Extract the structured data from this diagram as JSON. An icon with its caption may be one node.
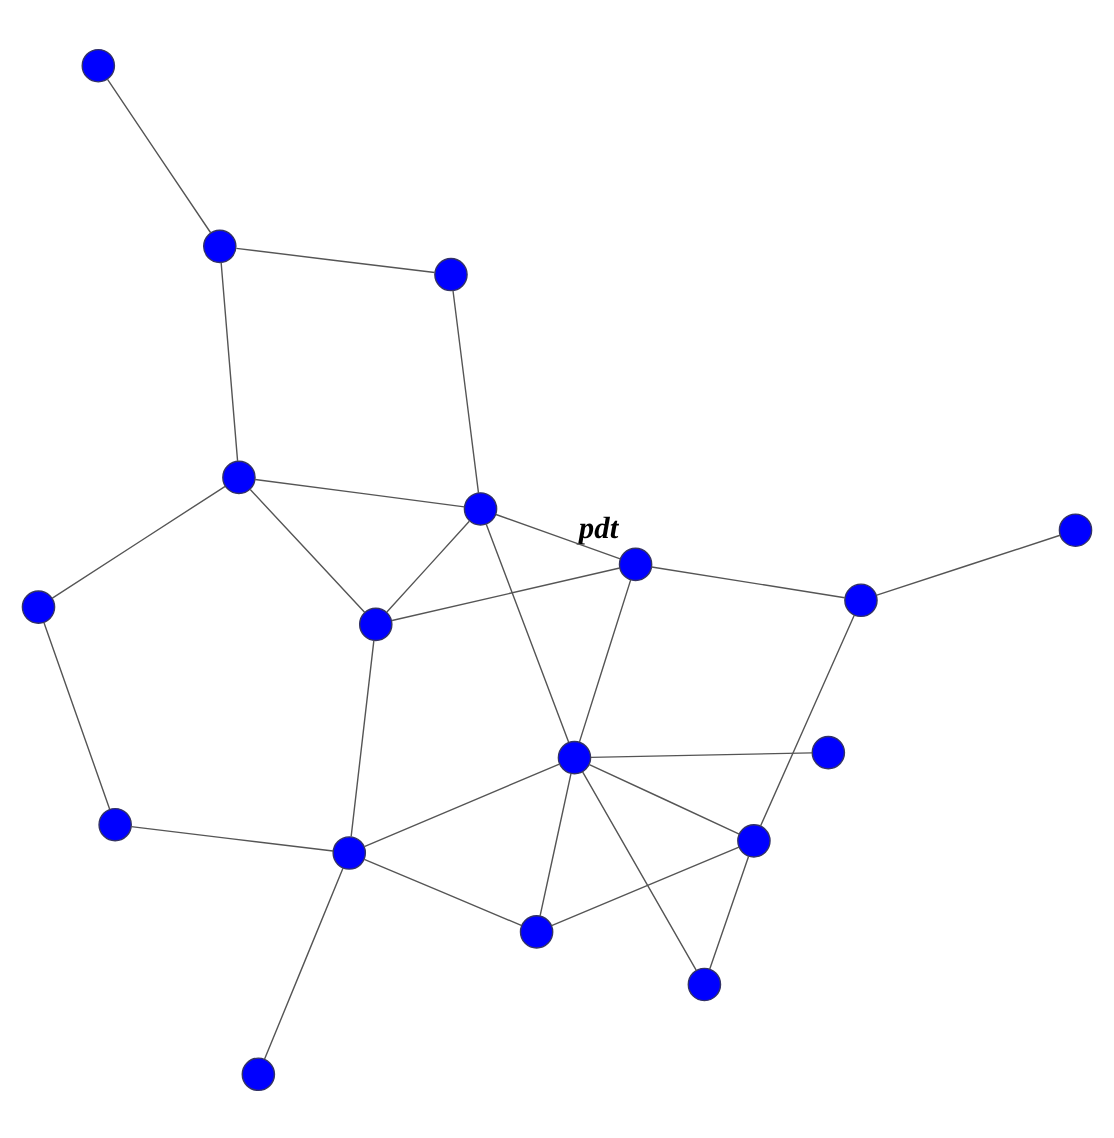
{
  "diagram": {
    "nodes": [
      {
        "text": [],
        "shape": "circle"
      },
      {
        "text": [],
        "shape": "circle"
      },
      {
        "text": [],
        "shape": "circle"
      },
      {
        "text": [],
        "shape": "circle"
      },
      {
        "text": [],
        "shape": "circle"
      },
      {
        "text": [],
        "shape": "circle"
      },
      {
        "text": [],
        "shape": "circle"
      },
      {
        "text": [],
        "shape": "circle"
      },
      {
        "text": [],
        "shape": "circle"
      },
      {
        "text": [],
        "shape": "circle"
      },
      {
        "text": [],
        "shape": "circle",
        "beside": [
          "pdt"
        ]
      },
      {
        "text": [],
        "shape": "circle"
      },
      {
        "text": [],
        "shape": "circle"
      },
      {
        "text": [],
        "shape": "circle"
      },
      {
        "text": [],
        "shape": "circle"
      },
      {
        "text": [],
        "shape": "circle"
      },
      {
        "text": [],
        "shape": "circle"
      },
      {
        "text": [],
        "shape": "circle"
      }
    ],
    "edges": [
      {
        "from": 0,
        "to": 2,
        "arrow": "none"
      },
      {
        "from": 0,
        "to": 1,
        "arrow": "none"
      },
      {
        "from": 0,
        "to": 6,
        "arrow": "none"
      },
      {
        "from": 0,
        "to": 5,
        "arrow": "none"
      },
      {
        "from": 4,
        "to": 5,
        "arrow": "none"
      },
      {
        "from": 5,
        "to": 10,
        "arrow": "none"
      },
      {
        "from": 1,
        "to": 6,
        "arrow": "none"
      },
      {
        "from": 2,
        "to": 6,
        "arrow": "none"
      },
      {
        "from": 2,
        "to": 9,
        "arrow": "none"
      },
      {
        "from": 3,
        "to": 6,
        "arrow": "none"
      },
      {
        "from": 7,
        "to": 9,
        "arrow": "none"
      },
      {
        "from": 6,
        "to": 9,
        "arrow": "none"
      },
      {
        "from": 6,
        "to": 10,
        "arrow": "none"
      },
      {
        "from": 8,
        "to": 6,
        "arrow": "none"
      },
      {
        "from": 8,
        "to": 10,
        "arrow": "none"
      },
      {
        "from": 8,
        "to": 13,
        "arrow": "none"
      },
      {
        "from": 8,
        "to": 11,
        "arrow": "none"
      },
      {
        "from": 8,
        "to": 14,
        "arrow": "none"
      },
      {
        "from": 10,
        "to": 13,
        "arrow": "none"
      },
      {
        "from": 13,
        "to": 9,
        "arrow": "none"
      },
      {
        "from": 13,
        "to": 14,
        "arrow": "none"
      },
      {
        "from": 11,
        "to": 15,
        "arrow": "none"
      },
      {
        "from": 15,
        "to": 14,
        "arrow": "none"
      },
      {
        "from": 15,
        "to": 16,
        "arrow": "none"
      },
      {
        "from": 14,
        "to": 17,
        "arrow": "none"
      },
      {
        "from": 17,
        "to": 12,
        "arrow": "none"
      },
      {
        "from": 12,
        "to": 9,
        "arrow": "none"
      }
    ]
  }
}
